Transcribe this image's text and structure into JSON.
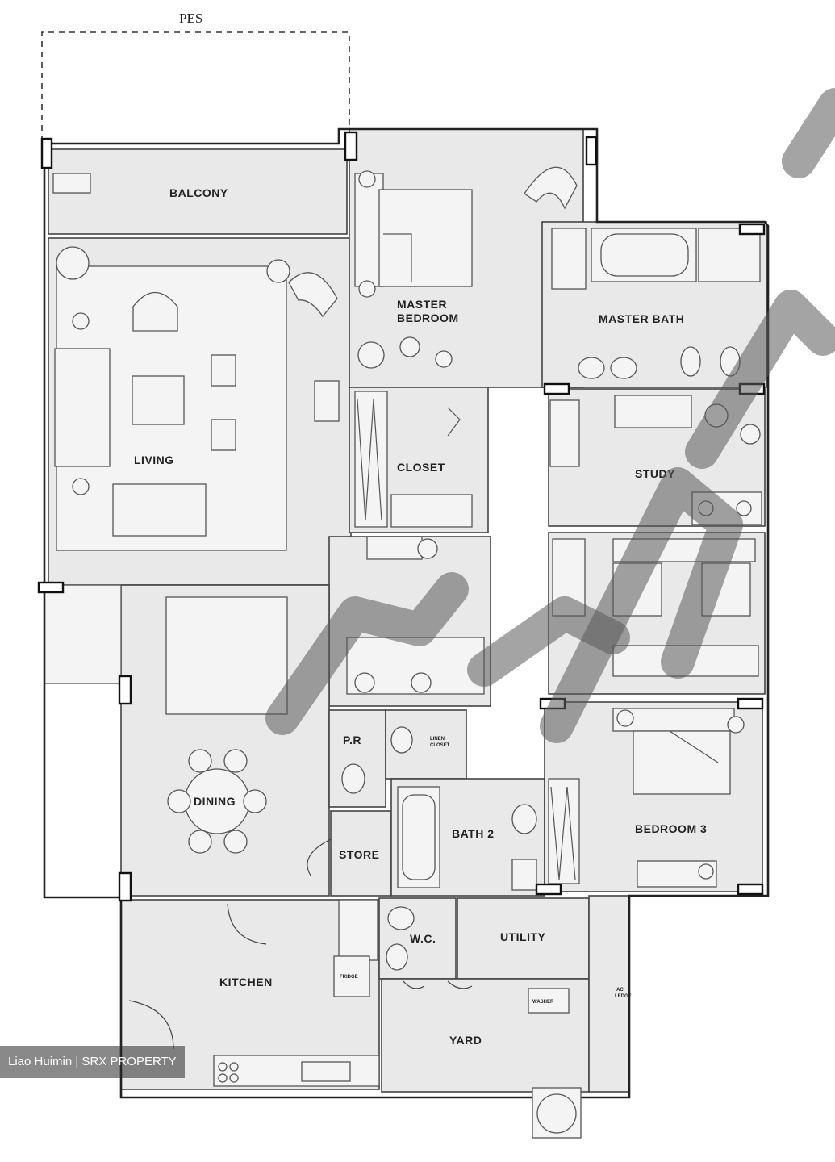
{
  "rooms": {
    "pes": "PES",
    "balcony": "BALCONY",
    "living": "LIVING",
    "master_bedroom_line1": "MASTER",
    "master_bedroom_line2": "BEDROOM",
    "master_bath": "MASTER BATH",
    "closet": "CLOSET",
    "study": "STUDY",
    "dining": "DINING",
    "pr": "P.R",
    "linen_closet_line1": "LINEN",
    "linen_closet_line2": "CLOSET",
    "store": "STORE",
    "bath2": "BATH 2",
    "bedroom3": "BEDROOM 3",
    "kitchen": "KITCHEN",
    "wc": "W.C.",
    "utility": "UTILITY",
    "yard": "YARD",
    "fridge": "FRIDGE",
    "washer": "WASHER",
    "ac_ledge_line1": "AC",
    "ac_ledge_line2": "LEDGE"
  },
  "credit": "Liao Huimin | SRX PROPERTY"
}
